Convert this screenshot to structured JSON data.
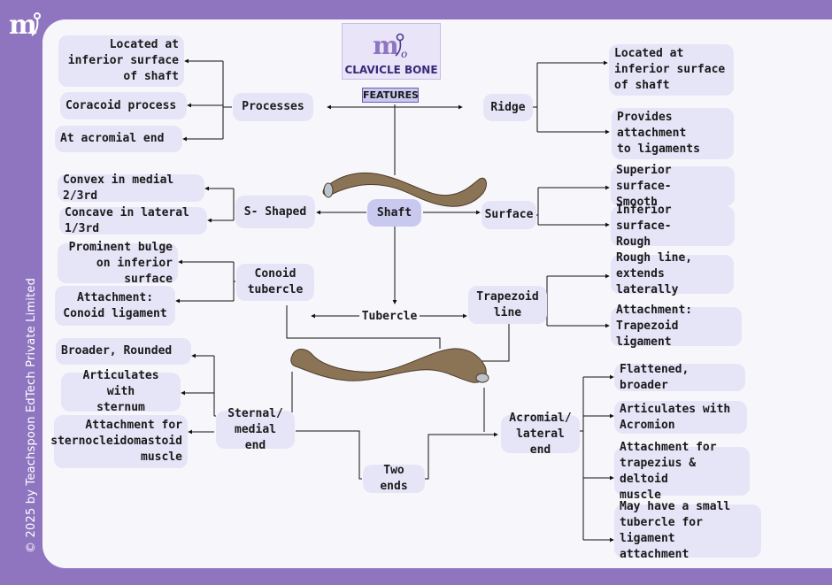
{
  "page": {
    "title": "CLAVICLE BONE",
    "subtitle": "FEATURES",
    "copyright": "© 2025 by Teachspoon EdTech Private Limited",
    "colors": {
      "frame": "#8f75c0",
      "panel": "#f7f7fb",
      "box": "#e6e4f7",
      "hub": "#c9c8ef",
      "bone": "#8b7356"
    }
  },
  "nodes": {
    "processes": "Processes",
    "processes_inferior": "Located at\ninferior surface\nof shaft",
    "processes_coracoid": "Coracoid process",
    "processes_acromial": "At acromial end",
    "ridge": "Ridge",
    "ridge_location": "Located at\ninferior surface\nof shaft",
    "ridge_attachment": "Provides\nattachment\nto ligaments",
    "shaft": "Shaft",
    "s_shaped": "S- Shaped",
    "s_convex": "Convex in medial 2/3rd",
    "s_concave": "Concave in lateral 1/3rd",
    "surface": "Surface",
    "surface_superior": "Superior surface-\nSmooth",
    "surface_inferior": "Inferior surface-\nRough",
    "conoid": "Conoid\ntubercle",
    "conoid_bulge": "Prominent bulge\non inferior surface",
    "conoid_attachment": "Attachment:\nConoid ligament",
    "tubercle": "Tubercle",
    "trapezoid": "Trapezoid\nline",
    "trapezoid_rough": "Rough line,\nextends laterally",
    "trapezoid_attachment": "Attachment:\nTrapezoid ligament",
    "sternal": "Sternal/\nmedial end",
    "sternal_broader": "Broader, Rounded",
    "sternal_articulates": "Articulates with\nsternum",
    "sternal_attachment": "Attachment for\nsternocleidomastoid\nmuscle",
    "acromial": "Acromial/\nlateral end",
    "acromial_flattened": "Flattened, broader",
    "acromial_articulates": "Articulates with\nAcromion",
    "acromial_attachment": "Attachment for\ntrapezius & deltoid\nmuscle",
    "acromial_tubercle": "May have a small\ntubercle for ligament\nattachment",
    "two_ends": "Two ends"
  }
}
